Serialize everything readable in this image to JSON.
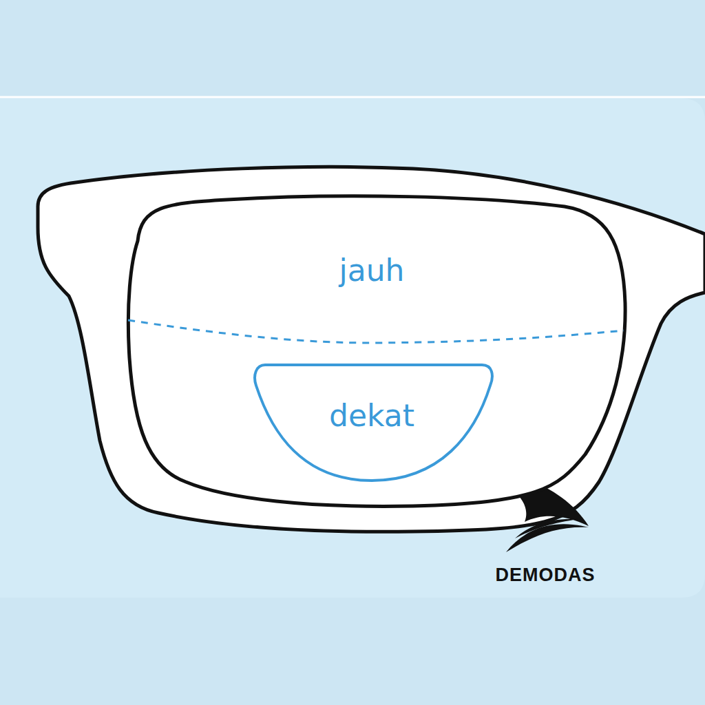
{
  "diagram": {
    "nodes": [
      {
        "text": [
          "jauh"
        ]
      },
      {
        "text": [
          "dekat"
        ],
        "in": 0
      }
    ],
    "labels": [
      "DEMODAS"
    ]
  }
}
